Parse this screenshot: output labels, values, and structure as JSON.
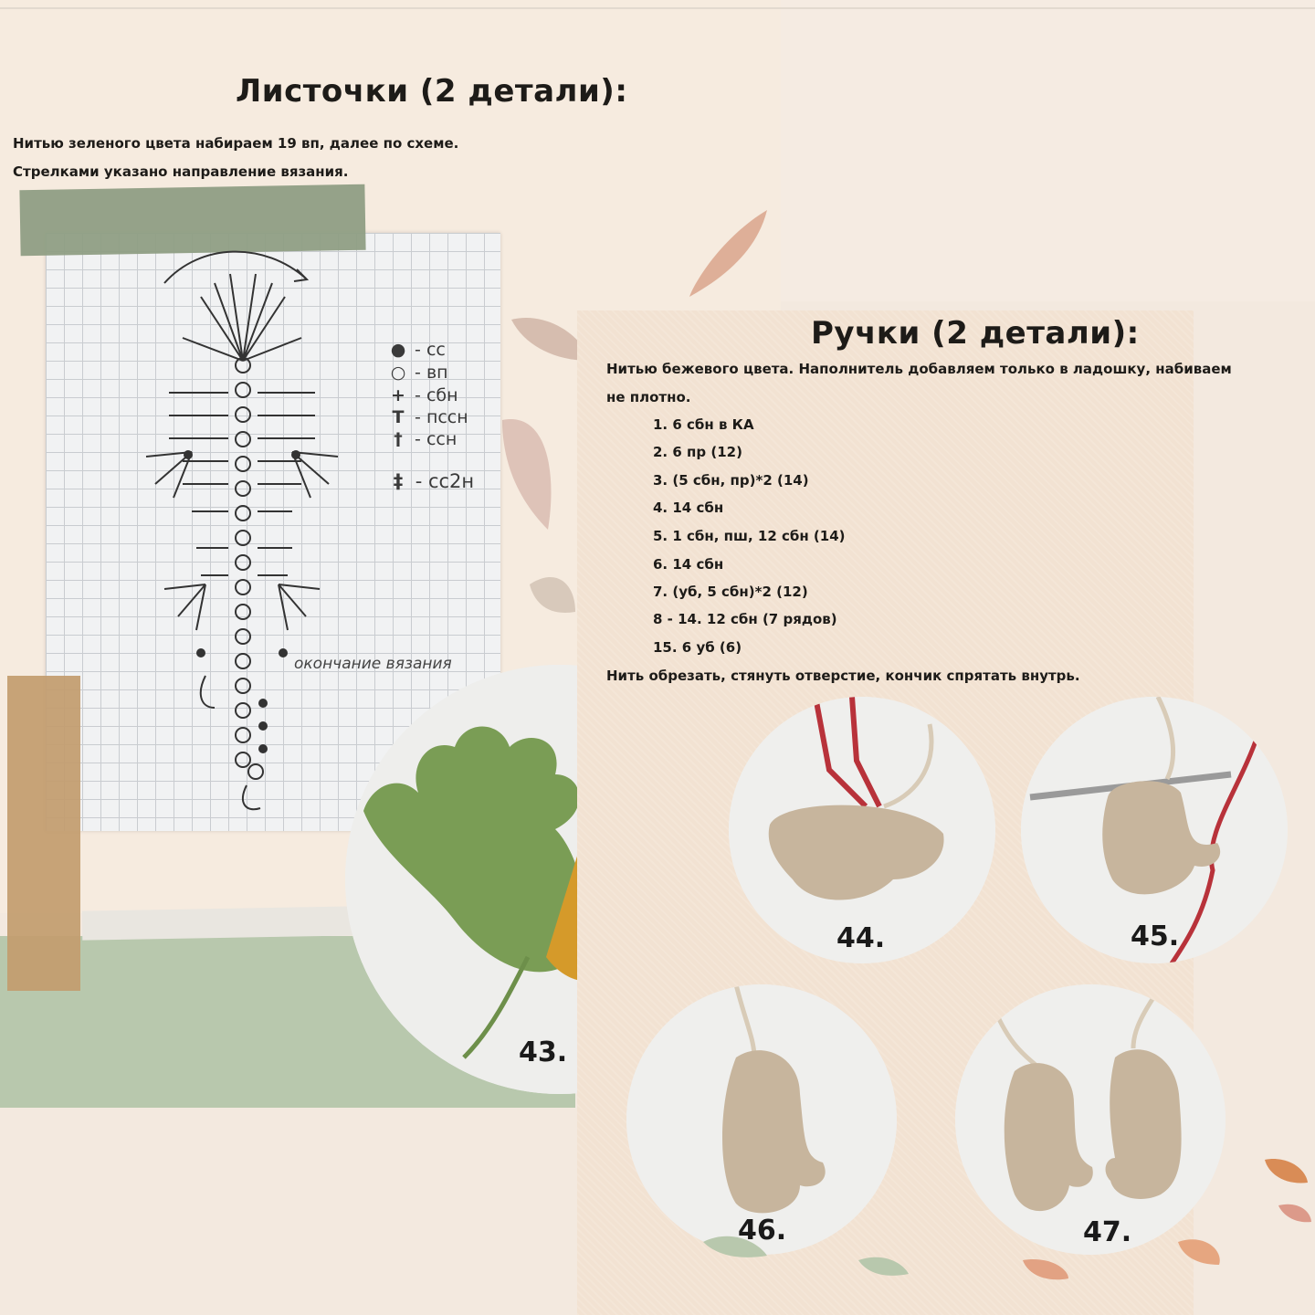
{
  "leaves": {
    "title": "Листочки (2 детали):",
    "line1": "Нитью зеленого цвета набираем 19 вп, далее по схеме.",
    "line2": "Стрелками указано направление вязания.",
    "legend": [
      {
        "symbol": "●",
        "label": "- сс"
      },
      {
        "symbol": "○",
        "label": "- вп"
      },
      {
        "symbol": "+",
        "label": "- сбн"
      },
      {
        "symbol": "T",
        "label": "- пссн"
      },
      {
        "symbol": "†",
        "label": "- ссн"
      },
      {
        "symbol": "‡",
        "label": "- сс2н"
      }
    ],
    "end_note": "окончание вязания",
    "photo_label": "43."
  },
  "arms": {
    "title": "Ручки (2 детали):",
    "intro_line1": "Нитью бежевого цвета. Наполнитель добавляем только в ладошку, набиваем",
    "intro_line2": "не плотно.",
    "steps": [
      "1. 6 сбн в КА",
      "2. 6 пр (12)",
      "3. (5 сбн, пр)*2 (14)",
      "4. 14 сбн",
      "5. 1 сбн, пш, 12 сбн (14)",
      "6. 14 сбн",
      "7. (уб, 5 сбн)*2 (12)",
      "8 - 14. 12 сбн (7 рядов)",
      "15. 6 уб (6)"
    ],
    "outro": "Нить обрезать, стянуть отверстие, кончик спрятать внутрь.",
    "photo_labels": [
      "44.",
      "45.",
      "46.",
      "47."
    ]
  },
  "colors": {
    "leaf_green": "#7a9d55",
    "yarn_beige": "#c7b59d",
    "yarn_red": "#b8323a",
    "leaf_orange": "#d59a2a"
  }
}
